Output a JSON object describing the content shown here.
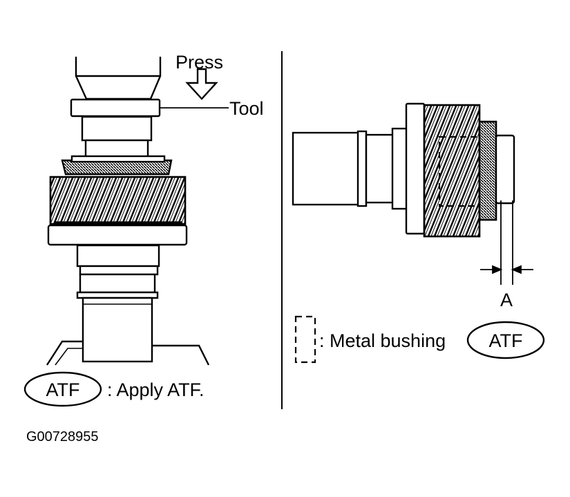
{
  "left_panel": {
    "press_label": "Press",
    "tool_label": "Tool",
    "atf_badge": "ATF",
    "apply_note": ": Apply ATF."
  },
  "right_panel": {
    "dimension_label": "A",
    "bushing_note": ": Metal bushing",
    "atf_badge": "ATF"
  },
  "figure_code": "G00728955",
  "colors": {
    "ink": "#000000",
    "paper": "#ffffff"
  }
}
